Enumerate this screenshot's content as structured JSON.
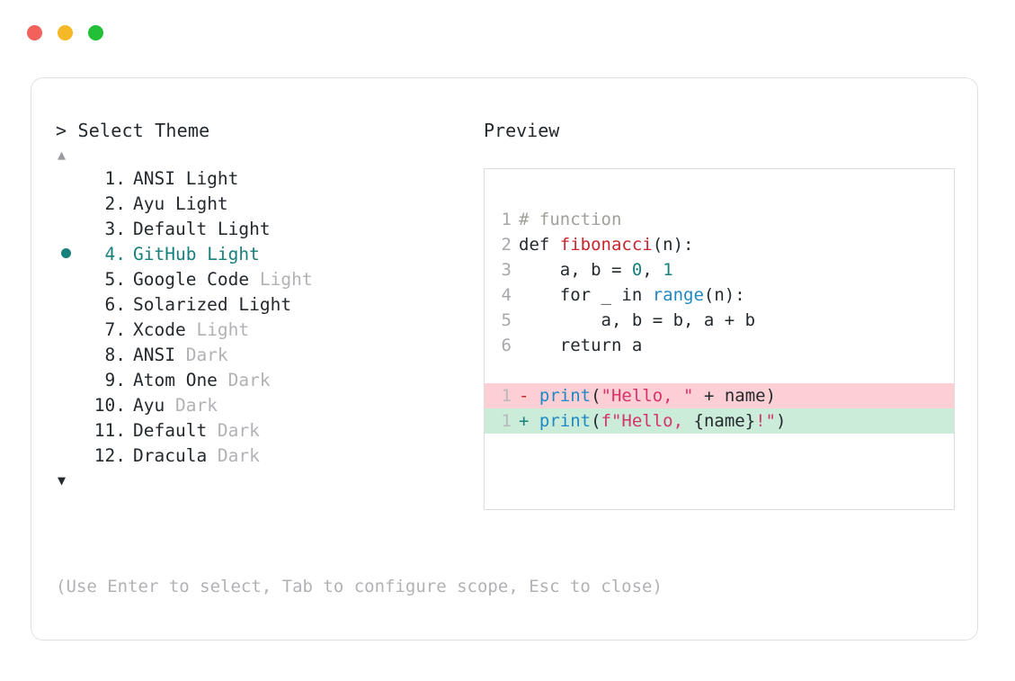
{
  "window": {
    "dots": [
      {
        "name": "close",
        "color": "#f2615c"
      },
      {
        "name": "minimize",
        "color": "#f5b928"
      },
      {
        "name": "maximize",
        "color": "#21c036"
      }
    ]
  },
  "picker": {
    "prompt": "> Select Theme",
    "scroll_up": "▲",
    "scroll_down": "▼",
    "selected_index": 4,
    "accent_color": "#17807c",
    "items": [
      {
        "index": " 1.",
        "name": "ANSI",
        "variant": "Light",
        "variant_muted": false,
        "selected": false
      },
      {
        "index": " 2.",
        "name": "Ayu",
        "variant": "Light",
        "variant_muted": false,
        "selected": false
      },
      {
        "index": " 3.",
        "name": "Default",
        "variant": "Light",
        "variant_muted": false,
        "selected": false
      },
      {
        "index": " 4.",
        "name": "GitHub",
        "variant": "Light",
        "variant_muted": false,
        "selected": true
      },
      {
        "index": " 5.",
        "name": "Google Code",
        "variant": "Light",
        "variant_muted": true,
        "selected": false
      },
      {
        "index": " 6.",
        "name": "Solarized",
        "variant": "Light",
        "variant_muted": false,
        "selected": false
      },
      {
        "index": " 7.",
        "name": "Xcode",
        "variant": "Light",
        "variant_muted": true,
        "selected": false
      },
      {
        "index": " 8.",
        "name": "ANSI",
        "variant": "Dark",
        "variant_muted": true,
        "selected": false
      },
      {
        "index": " 9.",
        "name": "Atom One",
        "variant": "Dark",
        "variant_muted": true,
        "selected": false
      },
      {
        "index": "10.",
        "name": "Ayu",
        "variant": "Dark",
        "variant_muted": true,
        "selected": false
      },
      {
        "index": "11.",
        "name": "Default",
        "variant": "Dark",
        "variant_muted": true,
        "selected": false
      },
      {
        "index": "12.",
        "name": "Dracula",
        "variant": "Dark",
        "variant_muted": true,
        "selected": false
      }
    ],
    "hint": "(Use Enter to select, Tab to configure scope, Esc to close)"
  },
  "preview": {
    "label": "Preview",
    "code_lines": [
      {
        "gutter": "1",
        "tokens": [
          {
            "t": "# function",
            "c": "tok-comment"
          }
        ]
      },
      {
        "gutter": "2",
        "tokens": [
          {
            "t": "def ",
            "c": "tok-keyword"
          },
          {
            "t": "fibonacci",
            "c": "tok-func"
          },
          {
            "t": "(n):",
            "c": "tok-plain"
          }
        ]
      },
      {
        "gutter": "3",
        "tokens": [
          {
            "t": "    a, b = ",
            "c": "tok-plain"
          },
          {
            "t": "0",
            "c": "tok-number"
          },
          {
            "t": ", ",
            "c": "tok-plain"
          },
          {
            "t": "1",
            "c": "tok-number"
          }
        ]
      },
      {
        "gutter": "4",
        "tokens": [
          {
            "t": "    for _ in ",
            "c": "tok-plain"
          },
          {
            "t": "range",
            "c": "tok-builtin"
          },
          {
            "t": "(n):",
            "c": "tok-plain"
          }
        ]
      },
      {
        "gutter": "5",
        "tokens": [
          {
            "t": "        a, b = b, a + b",
            "c": "tok-plain"
          }
        ]
      },
      {
        "gutter": "6",
        "tokens": [
          {
            "t": "    return a",
            "c": "tok-plain"
          }
        ]
      }
    ],
    "diff_lines": [
      {
        "kind": "del",
        "gutter": "1",
        "mark": "-",
        "tokens": [
          {
            "t": "print",
            "c": "tok-blue"
          },
          {
            "t": "(",
            "c": "tok-plain"
          },
          {
            "t": "\"Hello, \"",
            "c": "tok-string"
          },
          {
            "t": " + name)",
            "c": "tok-plain"
          }
        ]
      },
      {
        "kind": "add",
        "gutter": "1",
        "mark": "+",
        "tokens": [
          {
            "t": "print",
            "c": "tok-blue"
          },
          {
            "t": "(",
            "c": "tok-plain"
          },
          {
            "t": "f\"Hello, ",
            "c": "tok-string"
          },
          {
            "t": "{name}",
            "c": "tok-plain"
          },
          {
            "t": "!\"",
            "c": "tok-string"
          },
          {
            "t": ")",
            "c": "tok-plain"
          }
        ]
      }
    ]
  }
}
